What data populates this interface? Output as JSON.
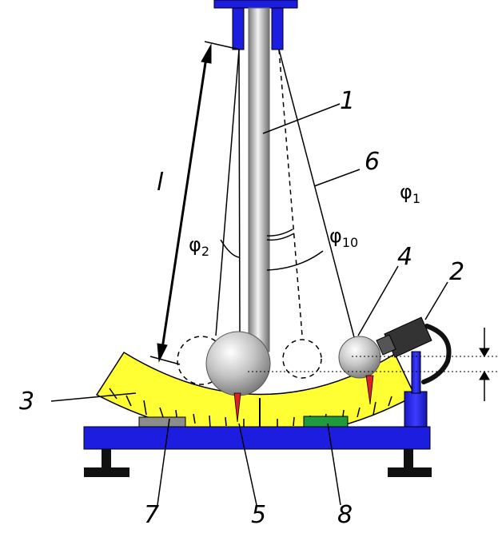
{
  "labels": {
    "n1": "1",
    "n2": "2",
    "n3": "3",
    "n4": "4",
    "n5": "5",
    "n6": "6",
    "n7": "7",
    "n8": "8",
    "length": "l",
    "phi1_base": "φ",
    "phi1_sub": "1",
    "phi2_base": "φ",
    "phi2_sub": "2",
    "phi10_base": "φ",
    "phi10_sub": "10"
  },
  "colors": {
    "frame_blue": "#1d1de0",
    "scale_yellow": "#ffff33",
    "feet_black": "#111111",
    "pad_grey": "#8c8c8c",
    "pad_green": "#1f9a3f",
    "pointer_red": "#dd2222",
    "sensor_dark": "#333333"
  },
  "icons": {
    "ball": "sphere",
    "sensor": "photogate-sensor"
  }
}
